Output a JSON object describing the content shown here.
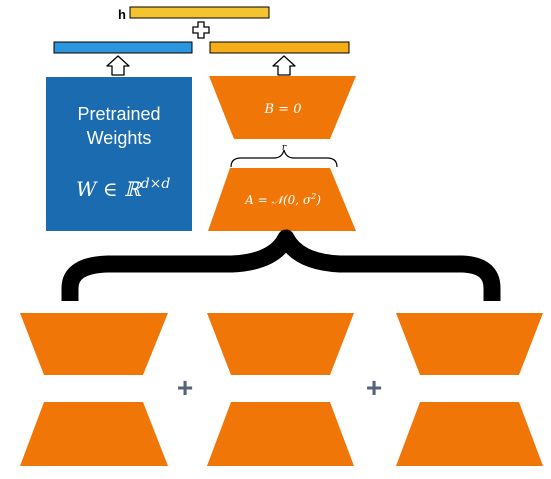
{
  "output": {
    "label": "h"
  },
  "pretrained": {
    "line1": "Pretrained",
    "line2": "Weights",
    "formula_main": "W ∈ ℝ",
    "formula_sup": "d×d"
  },
  "lora_b": {
    "label": "B = 0"
  },
  "rank": {
    "label": "r"
  },
  "lora_a": {
    "label_main": "A = 𝒩(0, σ",
    "label_sup": "2",
    "label_end": ")"
  },
  "combine": {
    "top_plus": "+",
    "plus_1": "+",
    "plus_2": "+"
  },
  "colors": {
    "blue_box": "#1a6bb0",
    "blue_bar": "#2b96dd",
    "orange": "#f07707",
    "yellow_bar": "#f4c430",
    "orange_bar": "#f6ad1a",
    "gray_plus": "#56627a",
    "black": "#000000"
  }
}
